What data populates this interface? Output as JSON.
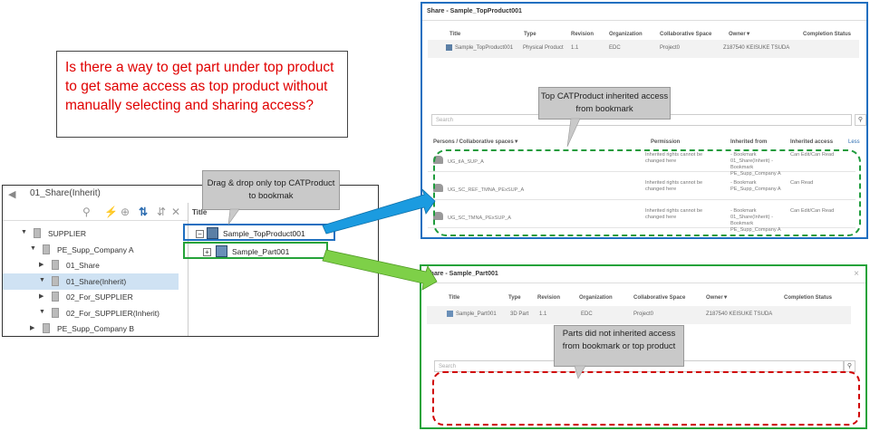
{
  "question": "Is there a way to get part under top product to get same access as top product without manually selecting and sharing access?",
  "tree_panel": {
    "title": "01_Share(Inherit)",
    "toolbar_icons": [
      "binoculars-icon",
      "lightning-icon",
      "target-icon",
      "sort-icon",
      "sort-icon-2",
      "close-icon"
    ],
    "items": [
      {
        "label": "SUPPLIER",
        "level": 0,
        "expanded": true,
        "selected": false
      },
      {
        "label": "PE_Supp_Company A",
        "level": 1,
        "expanded": true,
        "selected": false
      },
      {
        "label": "01_Share",
        "level": 2,
        "expanded": false,
        "selected": false
      },
      {
        "label": "01_Share(Inherit)",
        "level": 2,
        "expanded": true,
        "selected": true
      },
      {
        "label": "02_For_SUPPLIER",
        "level": 2,
        "expanded": false,
        "selected": false
      },
      {
        "label": "02_For_SUPPLIER(Inherit)",
        "level": 2,
        "expanded": true,
        "selected": false
      },
      {
        "label": "PE_Supp_Company B",
        "level": 1,
        "expanded": false,
        "selected": false
      }
    ],
    "right_title": "Title",
    "nodes": [
      {
        "label": "Sample_TopProduct001",
        "toggle": "−"
      },
      {
        "label": "Sample_Part001",
        "toggle": "+"
      }
    ]
  },
  "callouts": {
    "drag": "Drag & drop only top CATProduct to bookmak",
    "inherited": "Top CATProduct inherited access from bookmark",
    "not_inherited": "Parts did not inherited access from bookmark or top product"
  },
  "share1": {
    "title": "Share - Sample_TopProduct001",
    "headers": [
      "Title",
      "Type",
      "Revision",
      "Organization",
      "Collaborative Space",
      "Owner▼",
      "Completion Status"
    ],
    "row": [
      "Sample_TopProduct001",
      "Physical Product",
      "1.1",
      "EDC",
      "Project0",
      "Z187540 KEISUKE TSUDA",
      ""
    ],
    "search_placeholder": "Search",
    "persons_headers": [
      "Persons / Collaborative spaces▼",
      "Permission",
      "Inherited from",
      "Inherited access",
      "Less"
    ],
    "persons": [
      {
        "name": "UG_tIA_SUP_A",
        "permission": "Inherited rights cannot be changed here",
        "from": "- Bookmark 01_Share(Inherit) - Bookmark PE_Supp_Company A",
        "access": "Can Edit/Can Read"
      },
      {
        "name": "UG_SC_REF_TMNA_PExSUP_A",
        "permission": "Inherited rights cannot be changed here",
        "from": "- Bookmark PE_Supp_Company A",
        "access": "Can Read"
      },
      {
        "name": "UG_SC_TMNA_PExSUP_A",
        "permission": "Inherited rights cannot be changed here",
        "from": "- Bookmark 01_Share(Inherit) - Bookmark PE_Supp_Company A",
        "access": "Can Edit/Can Read"
      }
    ]
  },
  "share2": {
    "title": "Share - Sample_Part001",
    "close": "×",
    "headers": [
      "Title",
      "Type",
      "Revision",
      "Organization",
      "Collaborative Space",
      "Owner▼",
      "Completion Status"
    ],
    "row": [
      "Sample_Part001",
      "3D Part",
      "1.1",
      "EDC",
      "Project0",
      "Z187540 KEISUKE TSUDA",
      ""
    ],
    "search_placeholder": "Search"
  },
  "colors": {
    "question_text": "#e00000",
    "blue_border": "#1f6fc0",
    "green_border": "#25a33a",
    "selected_row": "#cfe2f3",
    "blue_arrow": "#1b9be0",
    "green_arrow": "#7ed048"
  }
}
